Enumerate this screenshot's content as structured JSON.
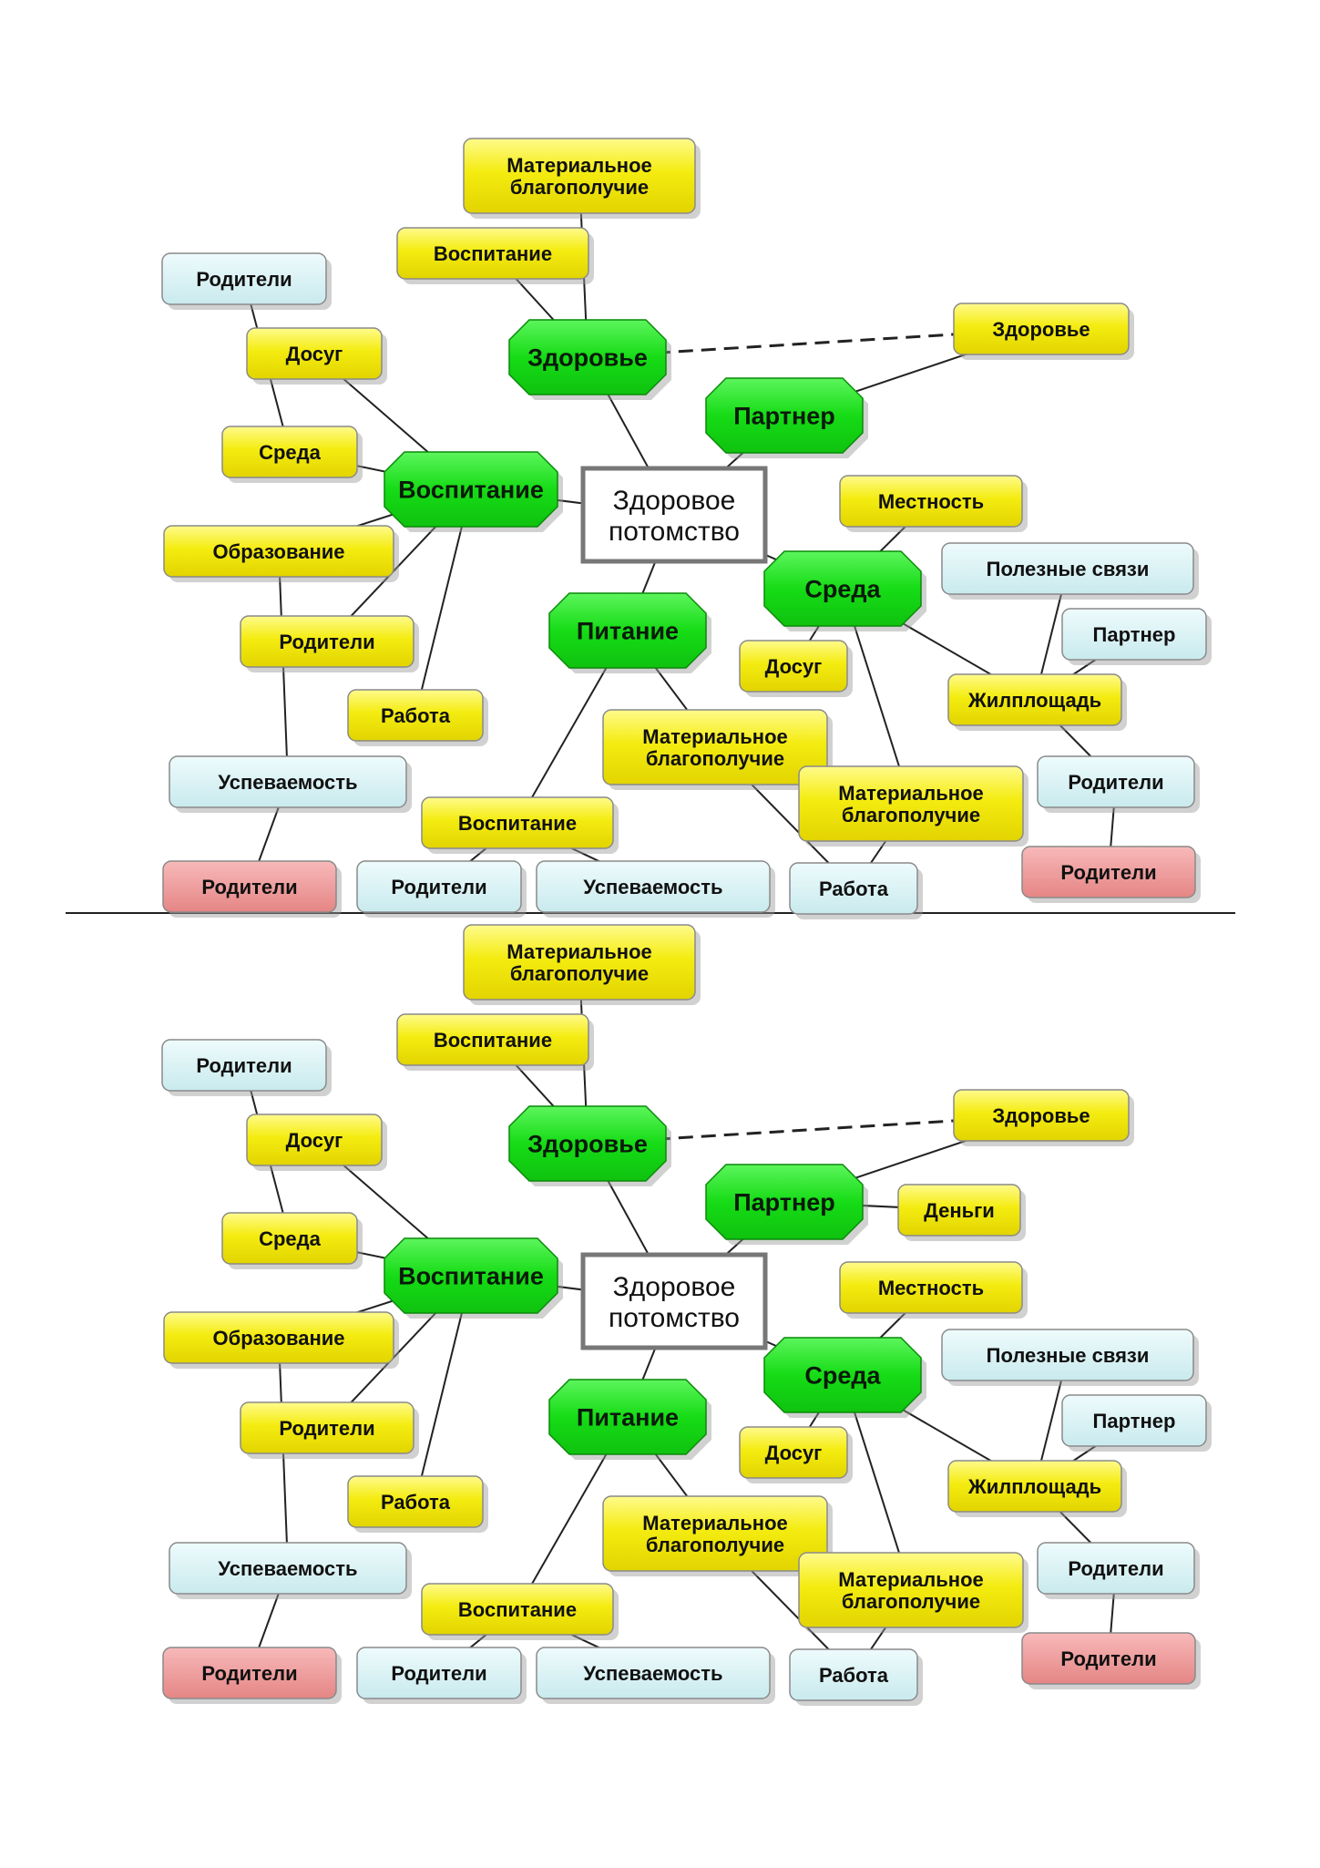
{
  "colors": {
    "yellow": "#f2ea00",
    "yellow_light": "#fff870",
    "green": "#14dc14",
    "green_light": "#4cf04c",
    "cyan": "#d6f1f3",
    "red": "#ee9595",
    "border": "#8a8a8a",
    "line": "#222222",
    "center_border": "#777777"
  },
  "diagrams": [
    {
      "nodes": [
        {
          "id": "center",
          "kind": "center",
          "text": "Здоровое потомство"
        },
        {
          "id": "zdorovye",
          "kind": "hub",
          "text": "Здоровье"
        },
        {
          "id": "vospitanie_hub",
          "kind": "hub",
          "text": "Воспитание"
        },
        {
          "id": "partner_hub",
          "kind": "hub",
          "text": "Партнер"
        },
        {
          "id": "pitanie",
          "kind": "hub",
          "text": "Питание"
        },
        {
          "id": "sreda_hub",
          "kind": "hub",
          "text": "Среда"
        },
        {
          "id": "mat_top",
          "kind": "yellow",
          "text": "Материальное благополучие"
        },
        {
          "id": "vosp_top",
          "kind": "yellow",
          "text": "Воспитание"
        },
        {
          "id": "zdor_right",
          "kind": "yellow",
          "text": "Здоровье"
        },
        {
          "id": "roditeli_tl",
          "kind": "cyan",
          "text": "Родители"
        },
        {
          "id": "dosug_l",
          "kind": "yellow",
          "text": "Досуг"
        },
        {
          "id": "sreda_l",
          "kind": "yellow",
          "text": "Среда"
        },
        {
          "id": "obrazovanie",
          "kind": "yellow",
          "text": "Образование"
        },
        {
          "id": "roditeli_l",
          "kind": "yellow",
          "text": "Родители"
        },
        {
          "id": "rabota_l",
          "kind": "yellow",
          "text": "Работа"
        },
        {
          "id": "uspev_l",
          "kind": "cyan",
          "text": "Успеваемость"
        },
        {
          "id": "roditeli_red_l",
          "kind": "red",
          "text": "Родители"
        },
        {
          "id": "mestnost",
          "kind": "yellow",
          "text": "Местность"
        },
        {
          "id": "polez",
          "kind": "cyan",
          "text": "Полезные связи"
        },
        {
          "id": "partner_c",
          "kind": "cyan",
          "text": "Партнер"
        },
        {
          "id": "dosug_r",
          "kind": "yellow",
          "text": "Досуг"
        },
        {
          "id": "zhilpl",
          "kind": "yellow",
          "text": "Жилплощадь"
        },
        {
          "id": "mat_mid",
          "kind": "yellow",
          "text": "Материальное благополучие"
        },
        {
          "id": "mat_right",
          "kind": "yellow",
          "text": "Материальное благополучие"
        },
        {
          "id": "roditeli_r",
          "kind": "cyan",
          "text": "Родители"
        },
        {
          "id": "roditeli_red_r",
          "kind": "red",
          "text": "Родители"
        },
        {
          "id": "vosp_bot",
          "kind": "yellow",
          "text": "Воспитание"
        },
        {
          "id": "roditeli_b",
          "kind": "cyan",
          "text": "Родители"
        },
        {
          "id": "uspev_b",
          "kind": "cyan",
          "text": "Успеваемость"
        },
        {
          "id": "rabota_b",
          "kind": "cyan",
          "text": "Работа"
        }
      ],
      "edges": [
        [
          "zdorovye",
          "mat_top"
        ],
        [
          "zdorovye",
          "vosp_top"
        ],
        [
          "zdorovye",
          "zdor_right",
          "dashed"
        ],
        [
          "zdorovye",
          "center"
        ],
        [
          "partner_hub",
          "zdor_right"
        ],
        [
          "partner_hub",
          "center"
        ],
        [
          "roditeli_tl",
          "sreda_l"
        ],
        [
          "dosug_l",
          "vospitanie_hub"
        ],
        [
          "sreda_l",
          "vospitanie_hub"
        ],
        [
          "vospitanie_hub",
          "center"
        ],
        [
          "obrazovanie",
          "vospitanie_hub"
        ],
        [
          "vospitanie_hub",
          "roditeli_l"
        ],
        [
          "vospitanie_hub",
          "rabota_l"
        ],
        [
          "obrazovanie",
          "uspev_l"
        ],
        [
          "uspev_l",
          "roditeli_red_l"
        ],
        [
          "center",
          "pitanie"
        ],
        [
          "center",
          "sreda_hub"
        ],
        [
          "pitanie",
          "vosp_bot"
        ],
        [
          "pitanie",
          "mat_mid"
        ],
        [
          "mat_mid",
          "rabota_b"
        ],
        [
          "vosp_bot",
          "roditeli_b"
        ],
        [
          "vosp_bot",
          "uspev_b"
        ],
        [
          "sreda_hub",
          "mestnost"
        ],
        [
          "sreda_hub",
          "dosug_r"
        ],
        [
          "sreda_hub",
          "zhilpl"
        ],
        [
          "sreda_hub",
          "mat_right"
        ],
        [
          "polez",
          "zhilpl"
        ],
        [
          "partner_c",
          "zhilpl"
        ],
        [
          "zhilpl",
          "roditeli_r"
        ],
        [
          "roditeli_r",
          "roditeli_red_r"
        ],
        [
          "mat_right",
          "rabota_b"
        ]
      ]
    },
    {
      "nodes": [
        {
          "id": "center",
          "kind": "center",
          "text": "Здоровое потомство"
        },
        {
          "id": "zdorovye",
          "kind": "hub",
          "text": "Здоровье"
        },
        {
          "id": "vospitanie_hub",
          "kind": "hub",
          "text": "Воспитание"
        },
        {
          "id": "partner_hub",
          "kind": "hub",
          "text": "Партнер"
        },
        {
          "id": "pitanie",
          "kind": "hub",
          "text": "Питание"
        },
        {
          "id": "sreda_hub",
          "kind": "hub",
          "text": "Среда"
        },
        {
          "id": "mat_top",
          "kind": "yellow",
          "text": "Материальное благополучие"
        },
        {
          "id": "vosp_top",
          "kind": "yellow",
          "text": "Воспитание"
        },
        {
          "id": "zdor_right",
          "kind": "yellow",
          "text": "Здоровье"
        },
        {
          "id": "dengi",
          "kind": "yellow",
          "text": "Деньги"
        },
        {
          "id": "roditeli_tl",
          "kind": "cyan",
          "text": "Родители"
        },
        {
          "id": "dosug_l",
          "kind": "yellow",
          "text": "Досуг"
        },
        {
          "id": "sreda_l",
          "kind": "yellow",
          "text": "Среда"
        },
        {
          "id": "obrazovanie",
          "kind": "yellow",
          "text": "Образование"
        },
        {
          "id": "roditeli_l",
          "kind": "yellow",
          "text": "Родители"
        },
        {
          "id": "rabota_l",
          "kind": "yellow",
          "text": "Работа"
        },
        {
          "id": "uspev_l",
          "kind": "cyan",
          "text": "Успеваемость"
        },
        {
          "id": "roditeli_red_l",
          "kind": "red",
          "text": "Родители"
        },
        {
          "id": "mestnost",
          "kind": "yellow",
          "text": "Местность"
        },
        {
          "id": "polez",
          "kind": "cyan",
          "text": "Полезные связи"
        },
        {
          "id": "partner_c",
          "kind": "cyan",
          "text": "Партнер"
        },
        {
          "id": "dosug_r",
          "kind": "yellow",
          "text": "Досуг"
        },
        {
          "id": "zhilpl",
          "kind": "yellow",
          "text": "Жилплощадь"
        },
        {
          "id": "mat_mid",
          "kind": "yellow",
          "text": "Материальное благополучие"
        },
        {
          "id": "mat_right",
          "kind": "yellow",
          "text": "Материальное благополучие"
        },
        {
          "id": "roditeli_r",
          "kind": "cyan",
          "text": "Родители"
        },
        {
          "id": "roditeli_red_r",
          "kind": "red",
          "text": "Родители"
        },
        {
          "id": "vosp_bot",
          "kind": "yellow",
          "text": "Воспитание"
        },
        {
          "id": "roditeli_b",
          "kind": "cyan",
          "text": "Родители"
        },
        {
          "id": "uspev_b",
          "kind": "cyan",
          "text": "Успеваемость"
        },
        {
          "id": "rabota_b",
          "kind": "cyan",
          "text": "Работа"
        }
      ],
      "edges": [
        [
          "zdorovye",
          "mat_top"
        ],
        [
          "zdorovye",
          "vosp_top"
        ],
        [
          "zdorovye",
          "zdor_right",
          "dashed"
        ],
        [
          "zdorovye",
          "center"
        ],
        [
          "partner_hub",
          "zdor_right"
        ],
        [
          "partner_hub",
          "dengi"
        ],
        [
          "partner_hub",
          "center"
        ],
        [
          "roditeli_tl",
          "sreda_l"
        ],
        [
          "dosug_l",
          "vospitanie_hub"
        ],
        [
          "sreda_l",
          "vospitanie_hub"
        ],
        [
          "vospitanie_hub",
          "center"
        ],
        [
          "obrazovanie",
          "vospitanie_hub"
        ],
        [
          "vospitanie_hub",
          "roditeli_l"
        ],
        [
          "vospitanie_hub",
          "rabota_l"
        ],
        [
          "obrazovanie",
          "uspev_l"
        ],
        [
          "uspev_l",
          "roditeli_red_l"
        ],
        [
          "center",
          "pitanie"
        ],
        [
          "center",
          "sreda_hub"
        ],
        [
          "pitanie",
          "vosp_bot"
        ],
        [
          "pitanie",
          "mat_mid"
        ],
        [
          "mat_mid",
          "rabota_b"
        ],
        [
          "vosp_bot",
          "roditeli_b"
        ],
        [
          "vosp_bot",
          "uspev_b"
        ],
        [
          "sreda_hub",
          "mestnost"
        ],
        [
          "sreda_hub",
          "dosug_r"
        ],
        [
          "sreda_hub",
          "zhilpl"
        ],
        [
          "sreda_hub",
          "mat_right"
        ],
        [
          "polez",
          "zhilpl"
        ],
        [
          "partner_c",
          "zhilpl"
        ],
        [
          "zhilpl",
          "roditeli_r"
        ],
        [
          "roditeli_r",
          "roditeli_red_r"
        ],
        [
          "mat_right",
          "rabota_b"
        ]
      ]
    }
  ]
}
